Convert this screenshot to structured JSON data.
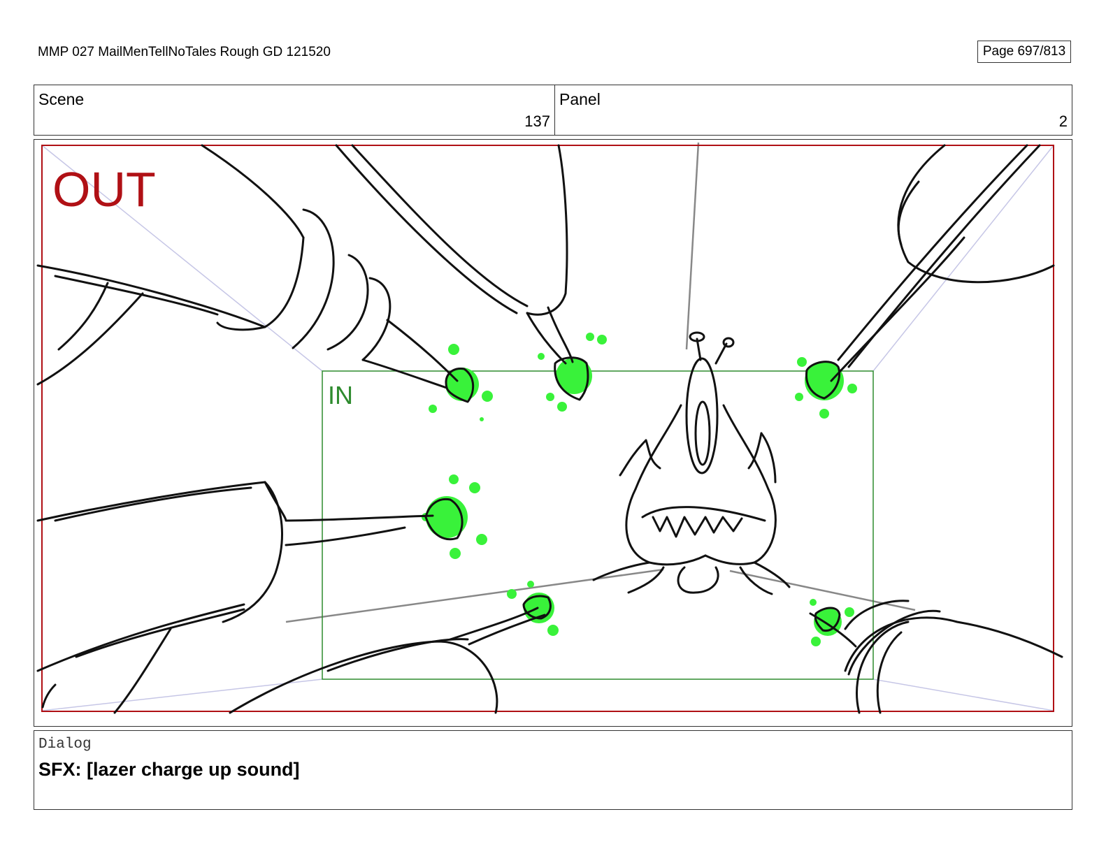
{
  "header": {
    "title": "MMP 027 MailMenTellNoTales Rough GD 121520",
    "page": "Page 697/813"
  },
  "info": {
    "scene_label": "Scene",
    "scene_value": "137",
    "panel_label": "Panel",
    "panel_value": "2"
  },
  "panel": {
    "out_label": "OUT",
    "in_label": "IN",
    "colors": {
      "out_frame": "#b01015",
      "in_frame": "#2e8b2e",
      "splat": "#39f23a",
      "perspective": "#c6c6e6"
    }
  },
  "dialog": {
    "label": "Dialog",
    "text": "SFX: [lazer charge up sound]"
  }
}
